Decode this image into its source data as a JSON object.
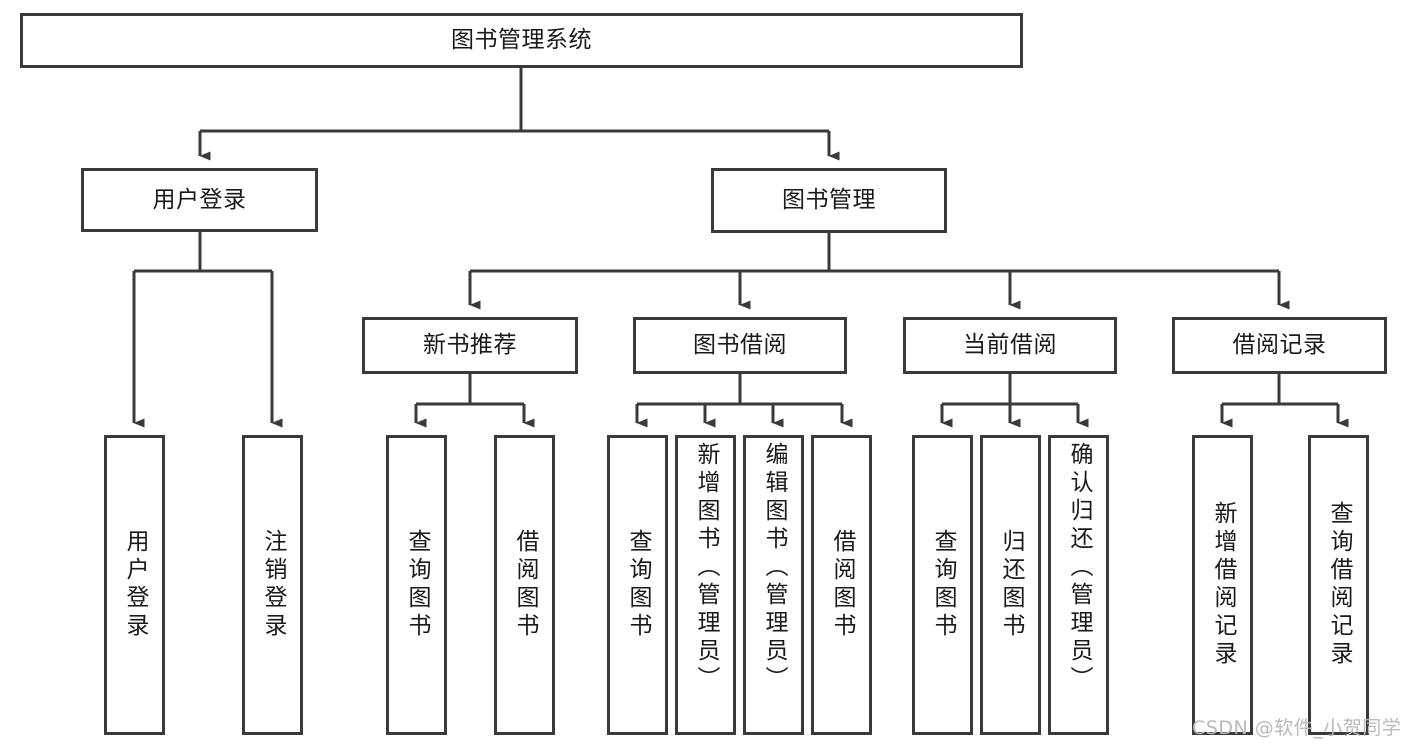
{
  "diagram": {
    "title": "图书管理系统",
    "type": "hierarchy-tree",
    "watermark": "CSDN @软件_小贺同学",
    "colors": {
      "stroke": "#3a3a3a",
      "text": "#1a1a1a",
      "background": "#ffffff",
      "watermark": "#b9b9b9"
    },
    "nodes": {
      "root": "图书管理系统",
      "level2": {
        "user_login": "用户登录",
        "book_management": "图书管理"
      },
      "level3": {
        "new_book_recommend": "新书推荐",
        "book_borrow": "图书借阅",
        "current_borrow": "当前借阅",
        "borrow_record": "借阅记录"
      },
      "leaves": {
        "user_login_children": [
          "用户登录",
          "注销登录"
        ],
        "new_book_recommend_children": [
          "查询图书",
          "借阅图书"
        ],
        "book_borrow_children": [
          "查询图书",
          "新增图书（管理员）",
          "编辑图书（管理员）",
          "借阅图书"
        ],
        "current_borrow_children": [
          "查询图书",
          "归还图书",
          "确认归还（管理员）"
        ],
        "borrow_record_children": [
          "新增借阅记录",
          "查询借阅记录"
        ]
      }
    }
  }
}
